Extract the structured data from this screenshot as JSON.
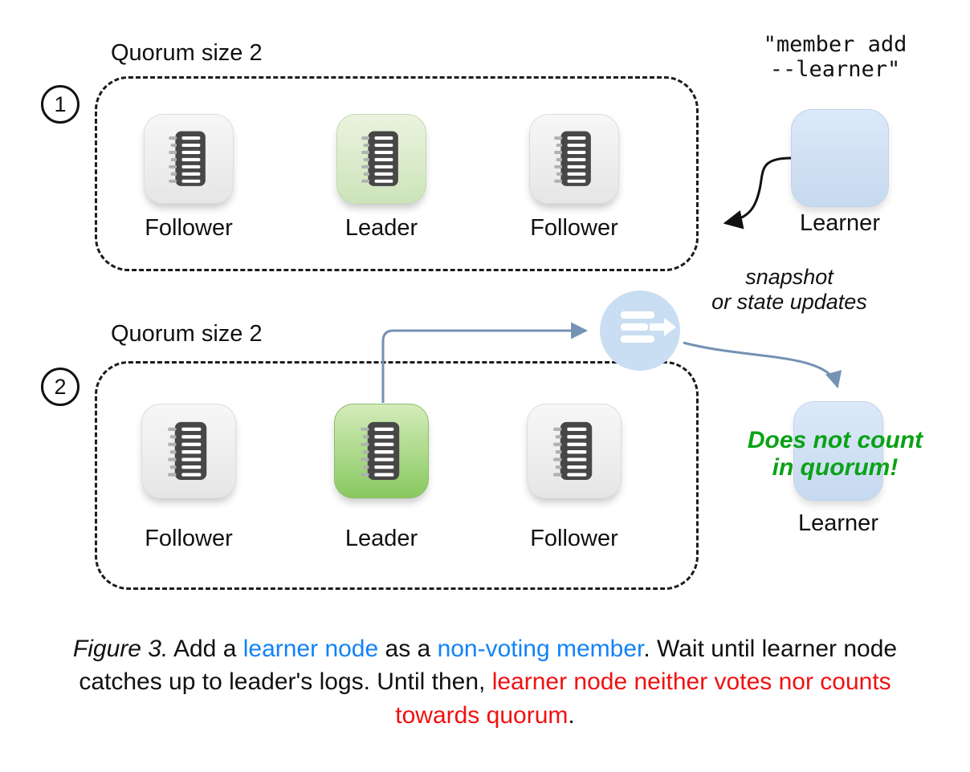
{
  "stage1": {
    "step_number": "1",
    "quorum_label": "Quorum size 2",
    "nodes": [
      {
        "label": "Follower",
        "role": "follower"
      },
      {
        "label": "Leader",
        "role": "leader"
      },
      {
        "label": "Follower",
        "role": "follower"
      }
    ],
    "command_text": "\"member add\n--learner\"",
    "learner_label": "Learner"
  },
  "stage2": {
    "step_number": "2",
    "quorum_label": "Quorum size 2",
    "nodes": [
      {
        "label": "Follower",
        "role": "follower"
      },
      {
        "label": "Leader",
        "role": "leader"
      },
      {
        "label": "Follower",
        "role": "follower"
      }
    ],
    "transfer_label": "snapshot\nor state updates",
    "learner_note": "Does not count\nin quorum!",
    "learner_label": "Learner"
  },
  "caption_segments": [
    {
      "text": "Figure 3.",
      "style": "italic"
    },
    {
      "text": " Add a ",
      "style": "plain"
    },
    {
      "text": "learner node",
      "style": "blue"
    },
    {
      "text": " as a ",
      "style": "plain"
    },
    {
      "text": "non-voting member",
      "style": "blue"
    },
    {
      "text": ". Wait until learner node catches up to leader's logs. Until then, ",
      "style": "plain"
    },
    {
      "text": "learner node neither votes nor counts towards quorum",
      "style": "red"
    },
    {
      "text": ".",
      "style": "plain"
    }
  ],
  "icons": {
    "node_icon": "log-list-icon",
    "transfer_icon": "snapshot-transfer-icon"
  },
  "colors": {
    "leader_light": "#cde4ba",
    "leader_strong": "#88c95f",
    "learner_box": "#c6d9f0",
    "link_blue": "#7492b3",
    "caption_blue": "#1283f7",
    "caption_red": "#ef1111",
    "note_green": "#0aa216"
  }
}
